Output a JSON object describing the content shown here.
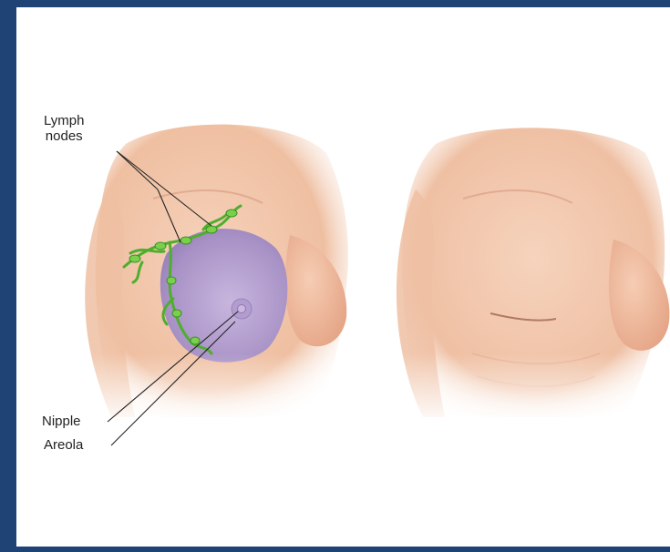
{
  "labels": {
    "lymph_nodes": "Lymph\nnodes",
    "nipple": "Nipple",
    "areola": "Areola"
  },
  "colors": {
    "frame": "#1e4374",
    "background": "#ffffff",
    "skin": "#f2c3a6",
    "skin_shadow": "#e3a184",
    "breast_tissue": "#b8a3d1",
    "lymph_nodes": "#5fbf3a",
    "leader_line": "#222222"
  }
}
